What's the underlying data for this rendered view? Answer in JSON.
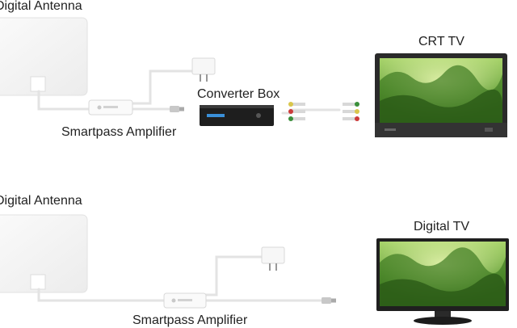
{
  "top": {
    "antenna_label": "Digital Antenna",
    "amplifier_label": "Smartpass Amplifier",
    "converter_label": "Converter Box",
    "tv_label": "CRT TV"
  },
  "bottom": {
    "antenna_label": "Digital Antenna",
    "amplifier_label": "Smartpass Amplifier",
    "tv_label": "Digital TV"
  },
  "colors": {
    "background": "#ffffff",
    "cable": "#e6e6e6",
    "antenna": "#f4f4f4",
    "screen_green": "#4f8a2a",
    "tv_frame": "#2a2a2a",
    "converter_box": "#1e1e1e",
    "converter_display": "#3a8fd8"
  },
  "icons": {
    "rca_plugs": "rca-composite-plugs-icon",
    "power_adapter": "wall-power-adapter-icon",
    "coax_connector": "coax-connector-icon"
  }
}
